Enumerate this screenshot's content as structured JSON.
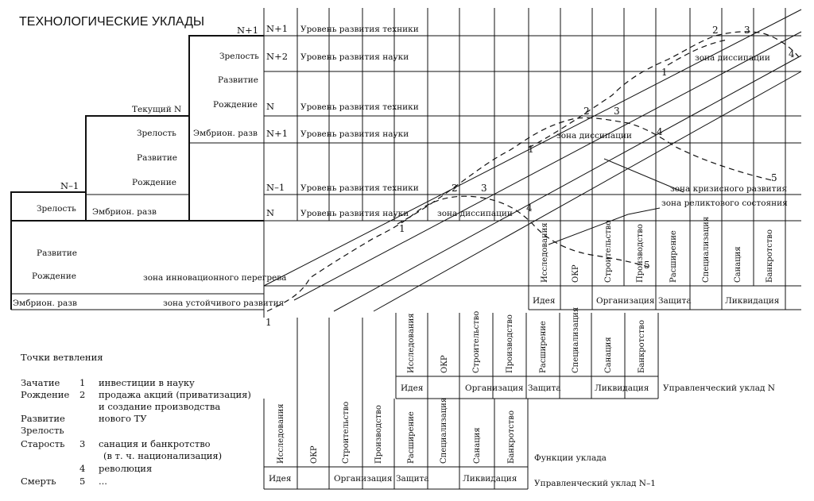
{
  "title": "ТЕХНОЛОГИЧЕСКИЕ УКЛАДЫ",
  "stairs": {
    "n_plus_1": "N+1",
    "tekushchiy": "Текущий N",
    "n_minus_1": "N–1",
    "stages_top": [
      "Зрелость",
      "Развитие",
      "Рождение",
      "Эмбрион. разв"
    ],
    "stages_mid": [
      "Зрелость",
      "Развитие",
      "Рождение",
      "Эмбрион. разв"
    ],
    "stages_low": [
      "Зрелость",
      "Развитие",
      "Рождение",
      "Эмбрион. разв"
    ]
  },
  "levels": [
    {
      "code": "N+1",
      "text": "Уровень развития техники"
    },
    {
      "code": "N+2",
      "text": "Уровень развития науки"
    },
    {
      "code": "N",
      "text": "Уровень развития техники"
    },
    {
      "code": "N+1",
      "text": "Уровень развития науки"
    },
    {
      "code": "N–1",
      "text": "Уровень развития техники"
    },
    {
      "code": "N",
      "text": "Уровень развития науки"
    }
  ],
  "zones": {
    "dissipation": "зона диссипации",
    "crisis": "зона кризисного развития",
    "relict": "зона реликтового состояния",
    "innovation": "зона инновационного перегрева",
    "stable": "зона устойчивого развития"
  },
  "functions": [
    "Исследования",
    "ОКР",
    "Строительство",
    "Производство",
    "Расширение",
    "Специализация",
    "Санация",
    "Банкротство"
  ],
  "groups": [
    "Идея",
    "Организация",
    "Защита",
    "Ликвидация"
  ],
  "uklad_labels": {
    "n": "Управленческий уклад N",
    "functions": "Функции уклада",
    "n_minus_1": "Управленческий уклад N–1"
  },
  "point_numbers": [
    "1",
    "2",
    "3",
    "4",
    "5"
  ],
  "legend": {
    "heading": "Точки ветвления",
    "rows": [
      {
        "stage": "Зачатие",
        "num": "1",
        "desc": "инвестиции в науку"
      },
      {
        "stage": "Рождение",
        "num": "2",
        "desc": "продажа акций (приватизация)"
      },
      {
        "stage": "",
        "num": "",
        "desc": "и создание производства"
      },
      {
        "stage": "Развитие",
        "num": "",
        "desc": "нового ТУ"
      },
      {
        "stage": "Зрелость",
        "num": "",
        "desc": ""
      },
      {
        "stage": "Старость",
        "num": "3",
        "desc": "санация и банкротство"
      },
      {
        "stage": "",
        "num": "",
        "desc": "(в т. ч. национализация)"
      },
      {
        "stage": "",
        "num": "4",
        "desc": "революция"
      },
      {
        "stage": "Смерть",
        "num": "5",
        "desc": "..."
      }
    ]
  }
}
